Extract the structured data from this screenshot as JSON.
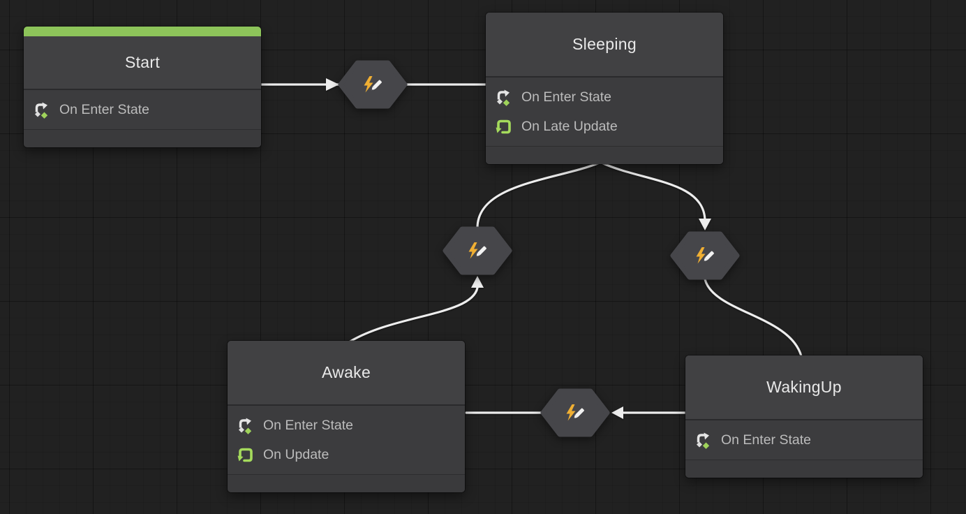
{
  "colors": {
    "background": "#212121",
    "node_body": "#3E3E40",
    "start_header_green": "#8DC45A",
    "event_loop_green": "#A5DB5C",
    "enter_diamond_green": "#9FD35B",
    "enter_diamond_white": "#DEDEDE",
    "bolt_yellow": "#F0AF33",
    "wire_white": "#EDEDED"
  },
  "states": [
    {
      "title": "Start",
      "is_start": true,
      "events": [
        {
          "icon": "on-enter-state-icon",
          "label": "On Enter State"
        }
      ]
    },
    {
      "title": "Sleeping",
      "is_start": false,
      "events": [
        {
          "icon": "on-enter-state-icon",
          "label": "On Enter State"
        },
        {
          "icon": "on-update-icon",
          "label": "On Late Update"
        }
      ]
    },
    {
      "title": "Awake",
      "is_start": false,
      "events": [
        {
          "icon": "on-enter-state-icon",
          "label": "On Enter State"
        },
        {
          "icon": "on-update-icon",
          "label": "On Update"
        }
      ]
    },
    {
      "title": "WakingUp",
      "is_start": false,
      "events": [
        {
          "icon": "on-enter-state-icon",
          "label": "On Enter State"
        }
      ]
    }
  ],
  "transitions": [
    {
      "from": "Start",
      "to": "Sleeping",
      "icon": "lightning-pencil-icon"
    },
    {
      "from": "Awake",
      "to": "Sleeping",
      "icon": "lightning-pencil-icon"
    },
    {
      "from": "Sleeping",
      "to": "WakingUp",
      "icon": "lightning-pencil-icon"
    },
    {
      "from": "WakingUp",
      "to": "Awake",
      "icon": "lightning-pencil-icon"
    }
  ]
}
